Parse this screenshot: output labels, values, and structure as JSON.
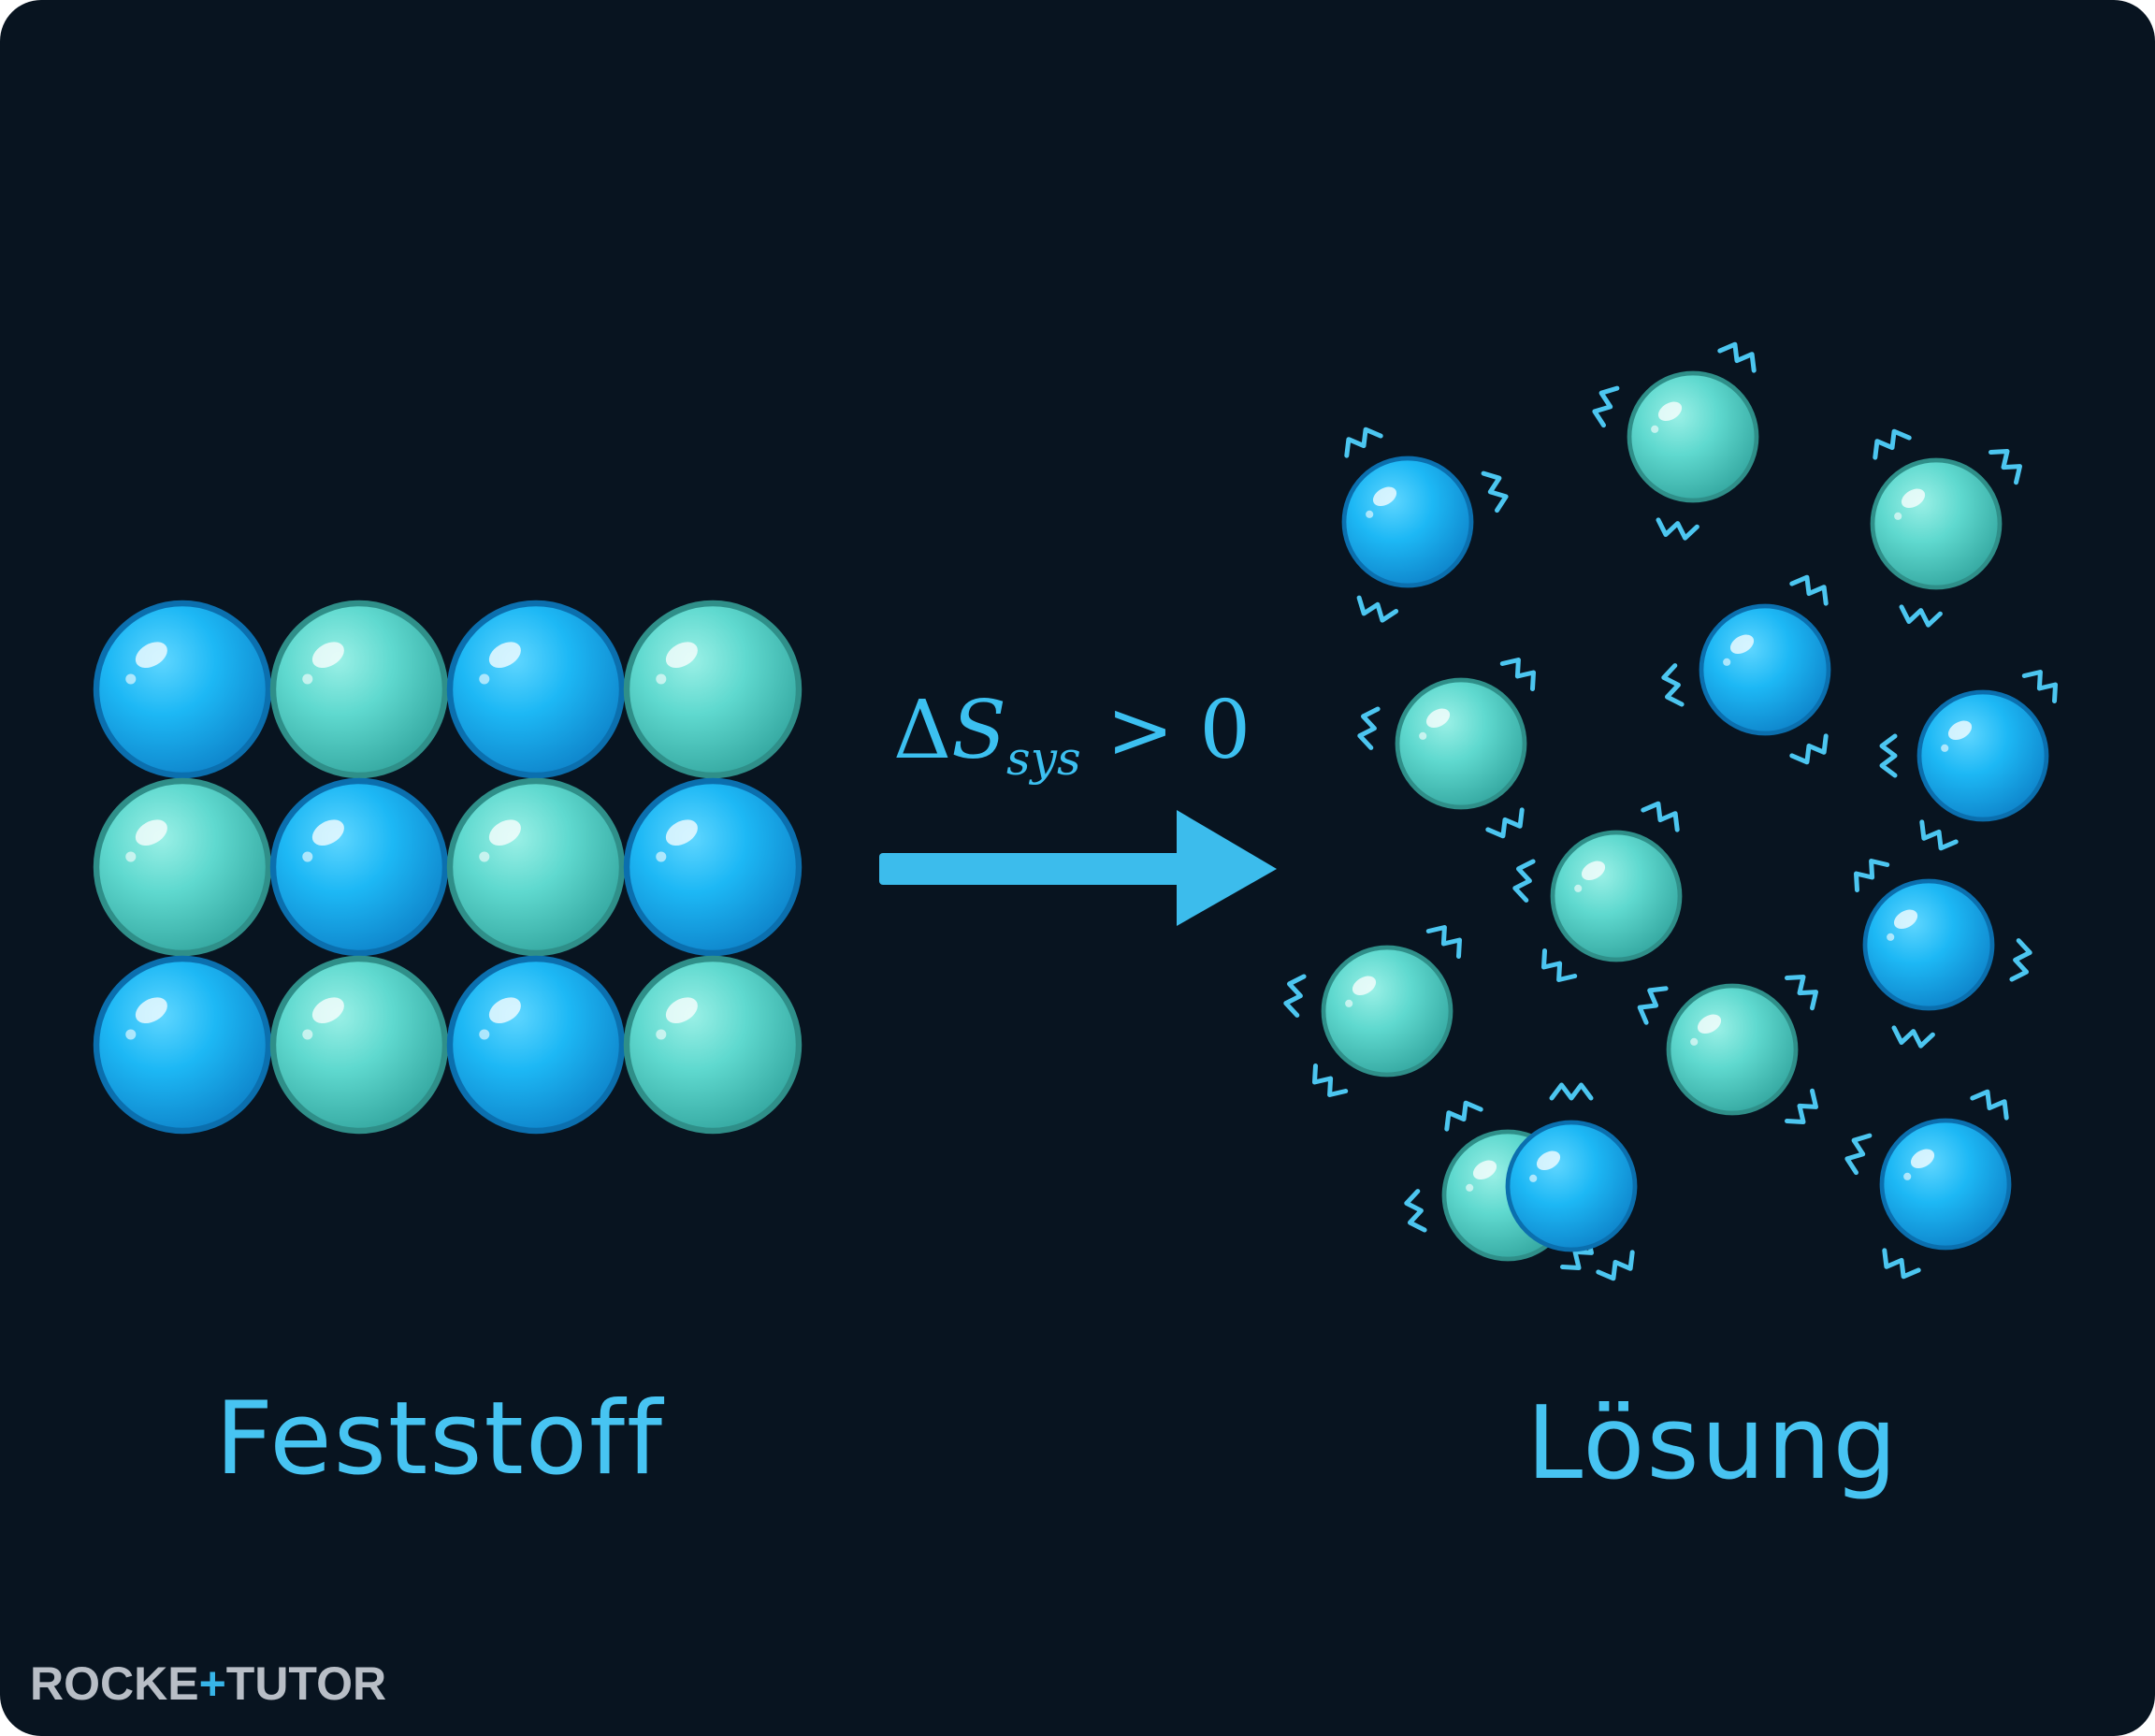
{
  "labels": {
    "solid": "Feststoff",
    "solution": "Lösung"
  },
  "formula": {
    "delta": "Δ",
    "variable": "S",
    "subscript": "sys",
    "relation": "> 0"
  },
  "logo": {
    "part1": "ROCKE",
    "plus": "+",
    "part2": "TUTO",
    "part3": "R"
  },
  "colors": {
    "background": "#081420",
    "label": "#47c4f2",
    "arrow": "#3cbcec",
    "particle_blue": "#1cb5f0",
    "particle_teal": "#5bd6cc",
    "vibration_marks": "#4cc6f0"
  },
  "lattice": {
    "rows": [
      [
        "blue",
        "teal",
        "blue",
        "teal"
      ],
      [
        "teal",
        "blue",
        "teal",
        "blue"
      ],
      [
        "blue",
        "teal",
        "blue",
        "teal"
      ]
    ]
  },
  "solution_particles": [
    "blue",
    "teal",
    "teal",
    "blue",
    "teal",
    "blue",
    "teal",
    "blue",
    "teal",
    "teal",
    "teal",
    "blue",
    "blue"
  ]
}
